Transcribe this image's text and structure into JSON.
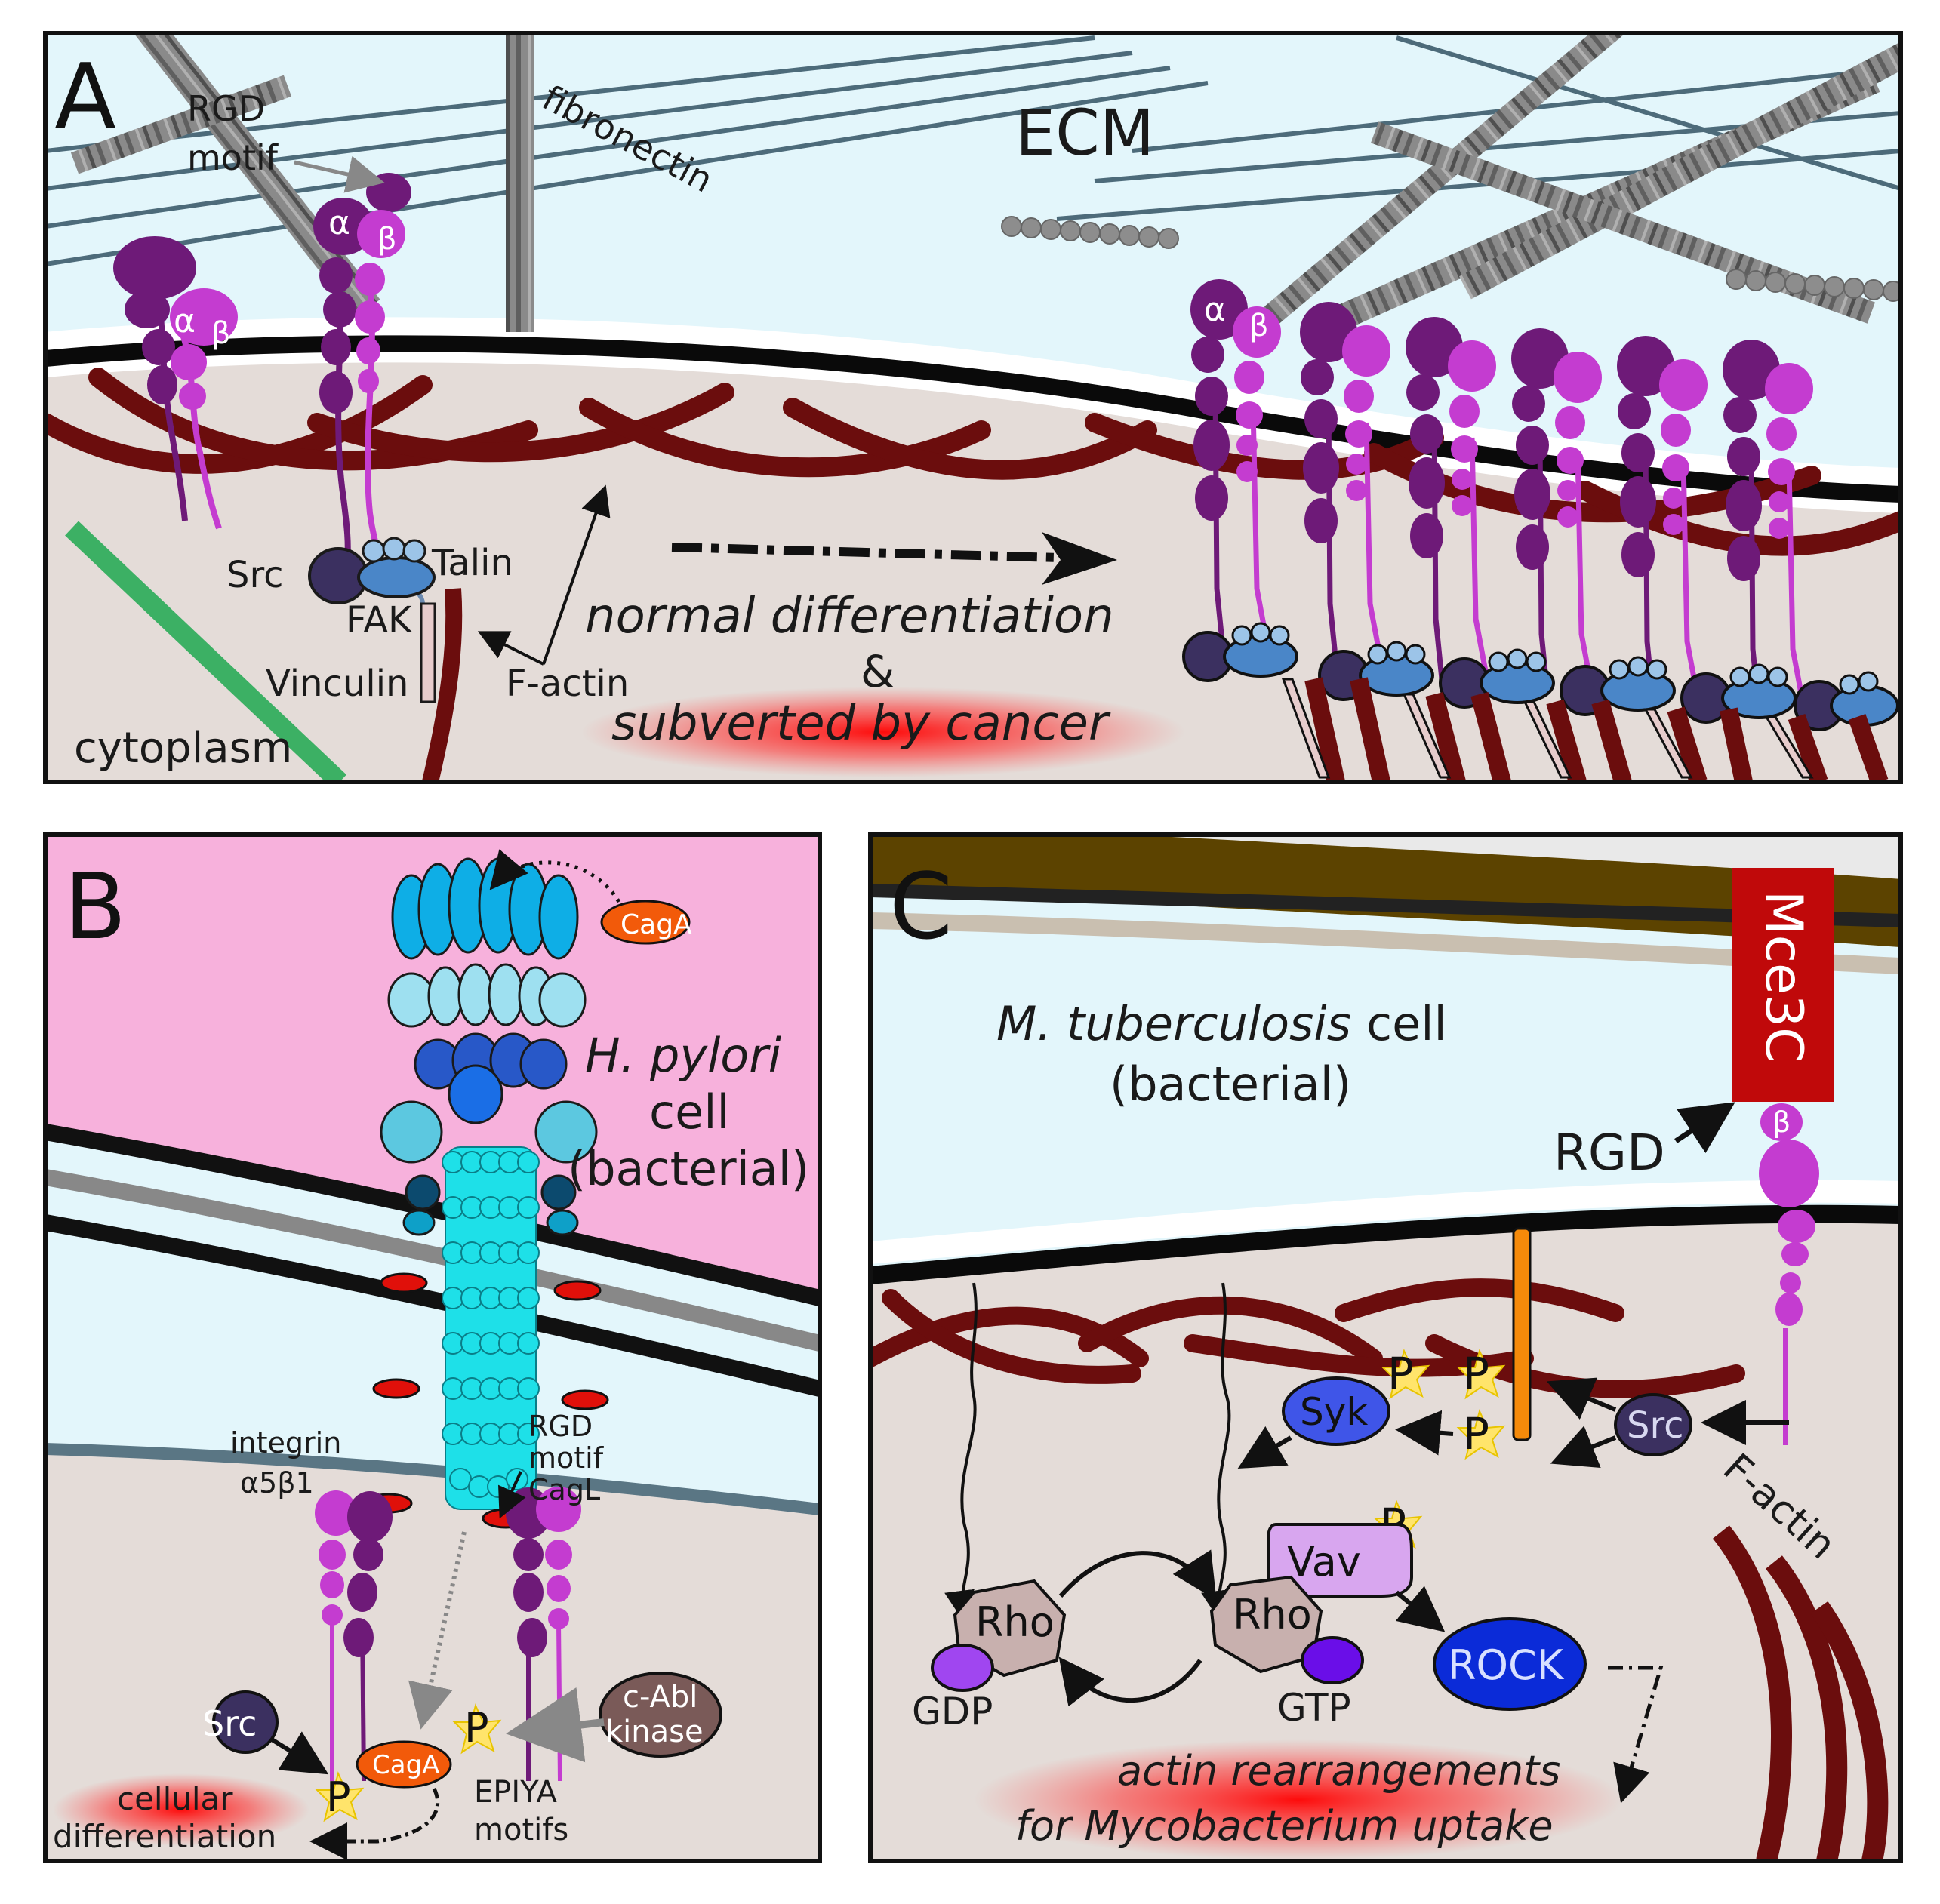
{
  "panel_a": {
    "letter": "A",
    "ecm": "ECM",
    "rgd_motif_line1": "RGD",
    "rgd_motif_line2": "motif",
    "fibronectin": "fibronectin",
    "alpha": "α",
    "beta": "β",
    "src": "Src",
    "talin": "Talin",
    "fak": "FAK",
    "vinculin": "Vinculin",
    "f_actin": "F-actin",
    "cytoplasm": "cytoplasm",
    "normal_diff": "normal differentiation",
    "ampersand": "&",
    "subverted": "subverted by cancer"
  },
  "panel_b": {
    "letter": "B",
    "caga_top": "CagA",
    "h_pylori": "H. pylori",
    "cell": "cell",
    "bacterial": "(bacterial)",
    "integrin_line1": "integrin",
    "integrin_line2": "α5β1",
    "rgd_line1": "RGD",
    "rgd_line2": "motif",
    "rgd_line3": "CagL",
    "src": "Src",
    "p": "P",
    "caga_bottom": "CagA",
    "cabl_line1": "c-Abl",
    "cabl_line2": "kinase",
    "epiya_line1": "EPIYA",
    "epiya_line2": "motifs",
    "cell_diff_line1": "cellular",
    "cell_diff_line2": "differentiation"
  },
  "panel_c": {
    "letter": "C",
    "mtb_italic": "M. tuberculosis",
    "mtb_cell": "cell",
    "bacterial": "(bacterial)",
    "mce3c": "Mce3C",
    "rgd": "RGD",
    "beta": "β",
    "syk": "Syk",
    "src": "Src",
    "p": "P",
    "vav": "Vav",
    "rho": "Rho",
    "gdp": "GDP",
    "gtp": "GTP",
    "rock": "ROCK",
    "f_actin": "F-actin",
    "actin_line1": "actin rearrangements",
    "actin_line2": "for Mycobacterium uptake"
  },
  "colors": {
    "ecm_blue": "#e3f6fb",
    "cytoplasm": "#e4dcd8",
    "hpylori_pink": "#f7b1dc",
    "actin": "#6b0d0d",
    "integrin_alpha": "#6e1a78",
    "integrin_beta": "#c43cd0",
    "membrane": "#0a0a0a",
    "mce3c_red": "#c0090a",
    "rock_blue": "#0b2bd8",
    "syk_blue": "#3f55e8",
    "vav_lilac": "#d8a6ef",
    "rho_taupe": "#c8b0ae",
    "caga_orange": "#f25a0a",
    "src_navy": "#3b3060",
    "fak_blue": "#4a86c8",
    "talin_light": "#9cc4e8",
    "phospho_yellow": "#ffe46b",
    "cancer_red": "#ff1a1a",
    "mtb_brown": "#5c4300"
  }
}
